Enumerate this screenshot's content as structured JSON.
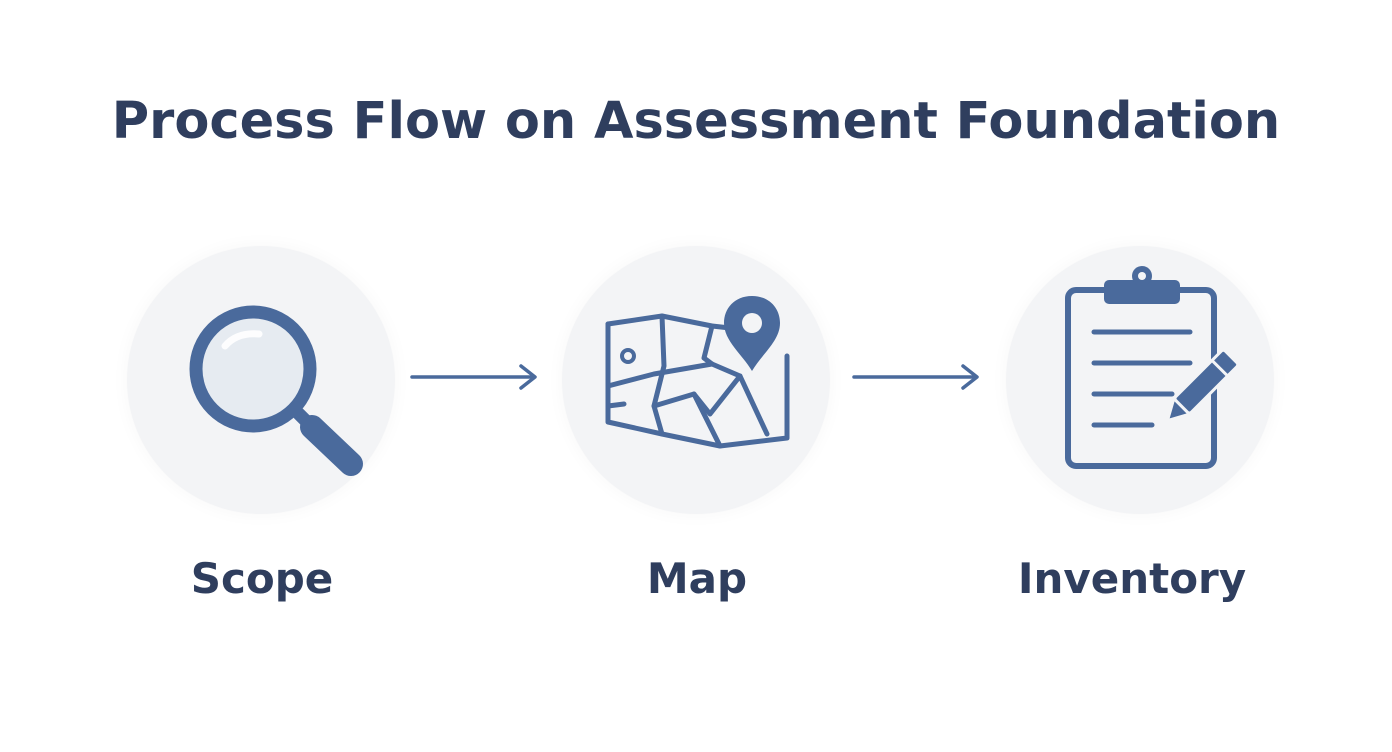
{
  "title": "Process Flow on Assessment Foundation",
  "steps": [
    {
      "label": "Scope",
      "icon": "magnifying-glass-icon"
    },
    {
      "label": "Map",
      "icon": "map-pin-icon"
    },
    {
      "label": "Inventory",
      "icon": "clipboard-pencil-icon"
    }
  ],
  "colors": {
    "accent": "#4a6a9c",
    "text": "#2f3e5e",
    "circle_bg": "#f3f4f6",
    "lens_fill": "#e6ebf1"
  }
}
